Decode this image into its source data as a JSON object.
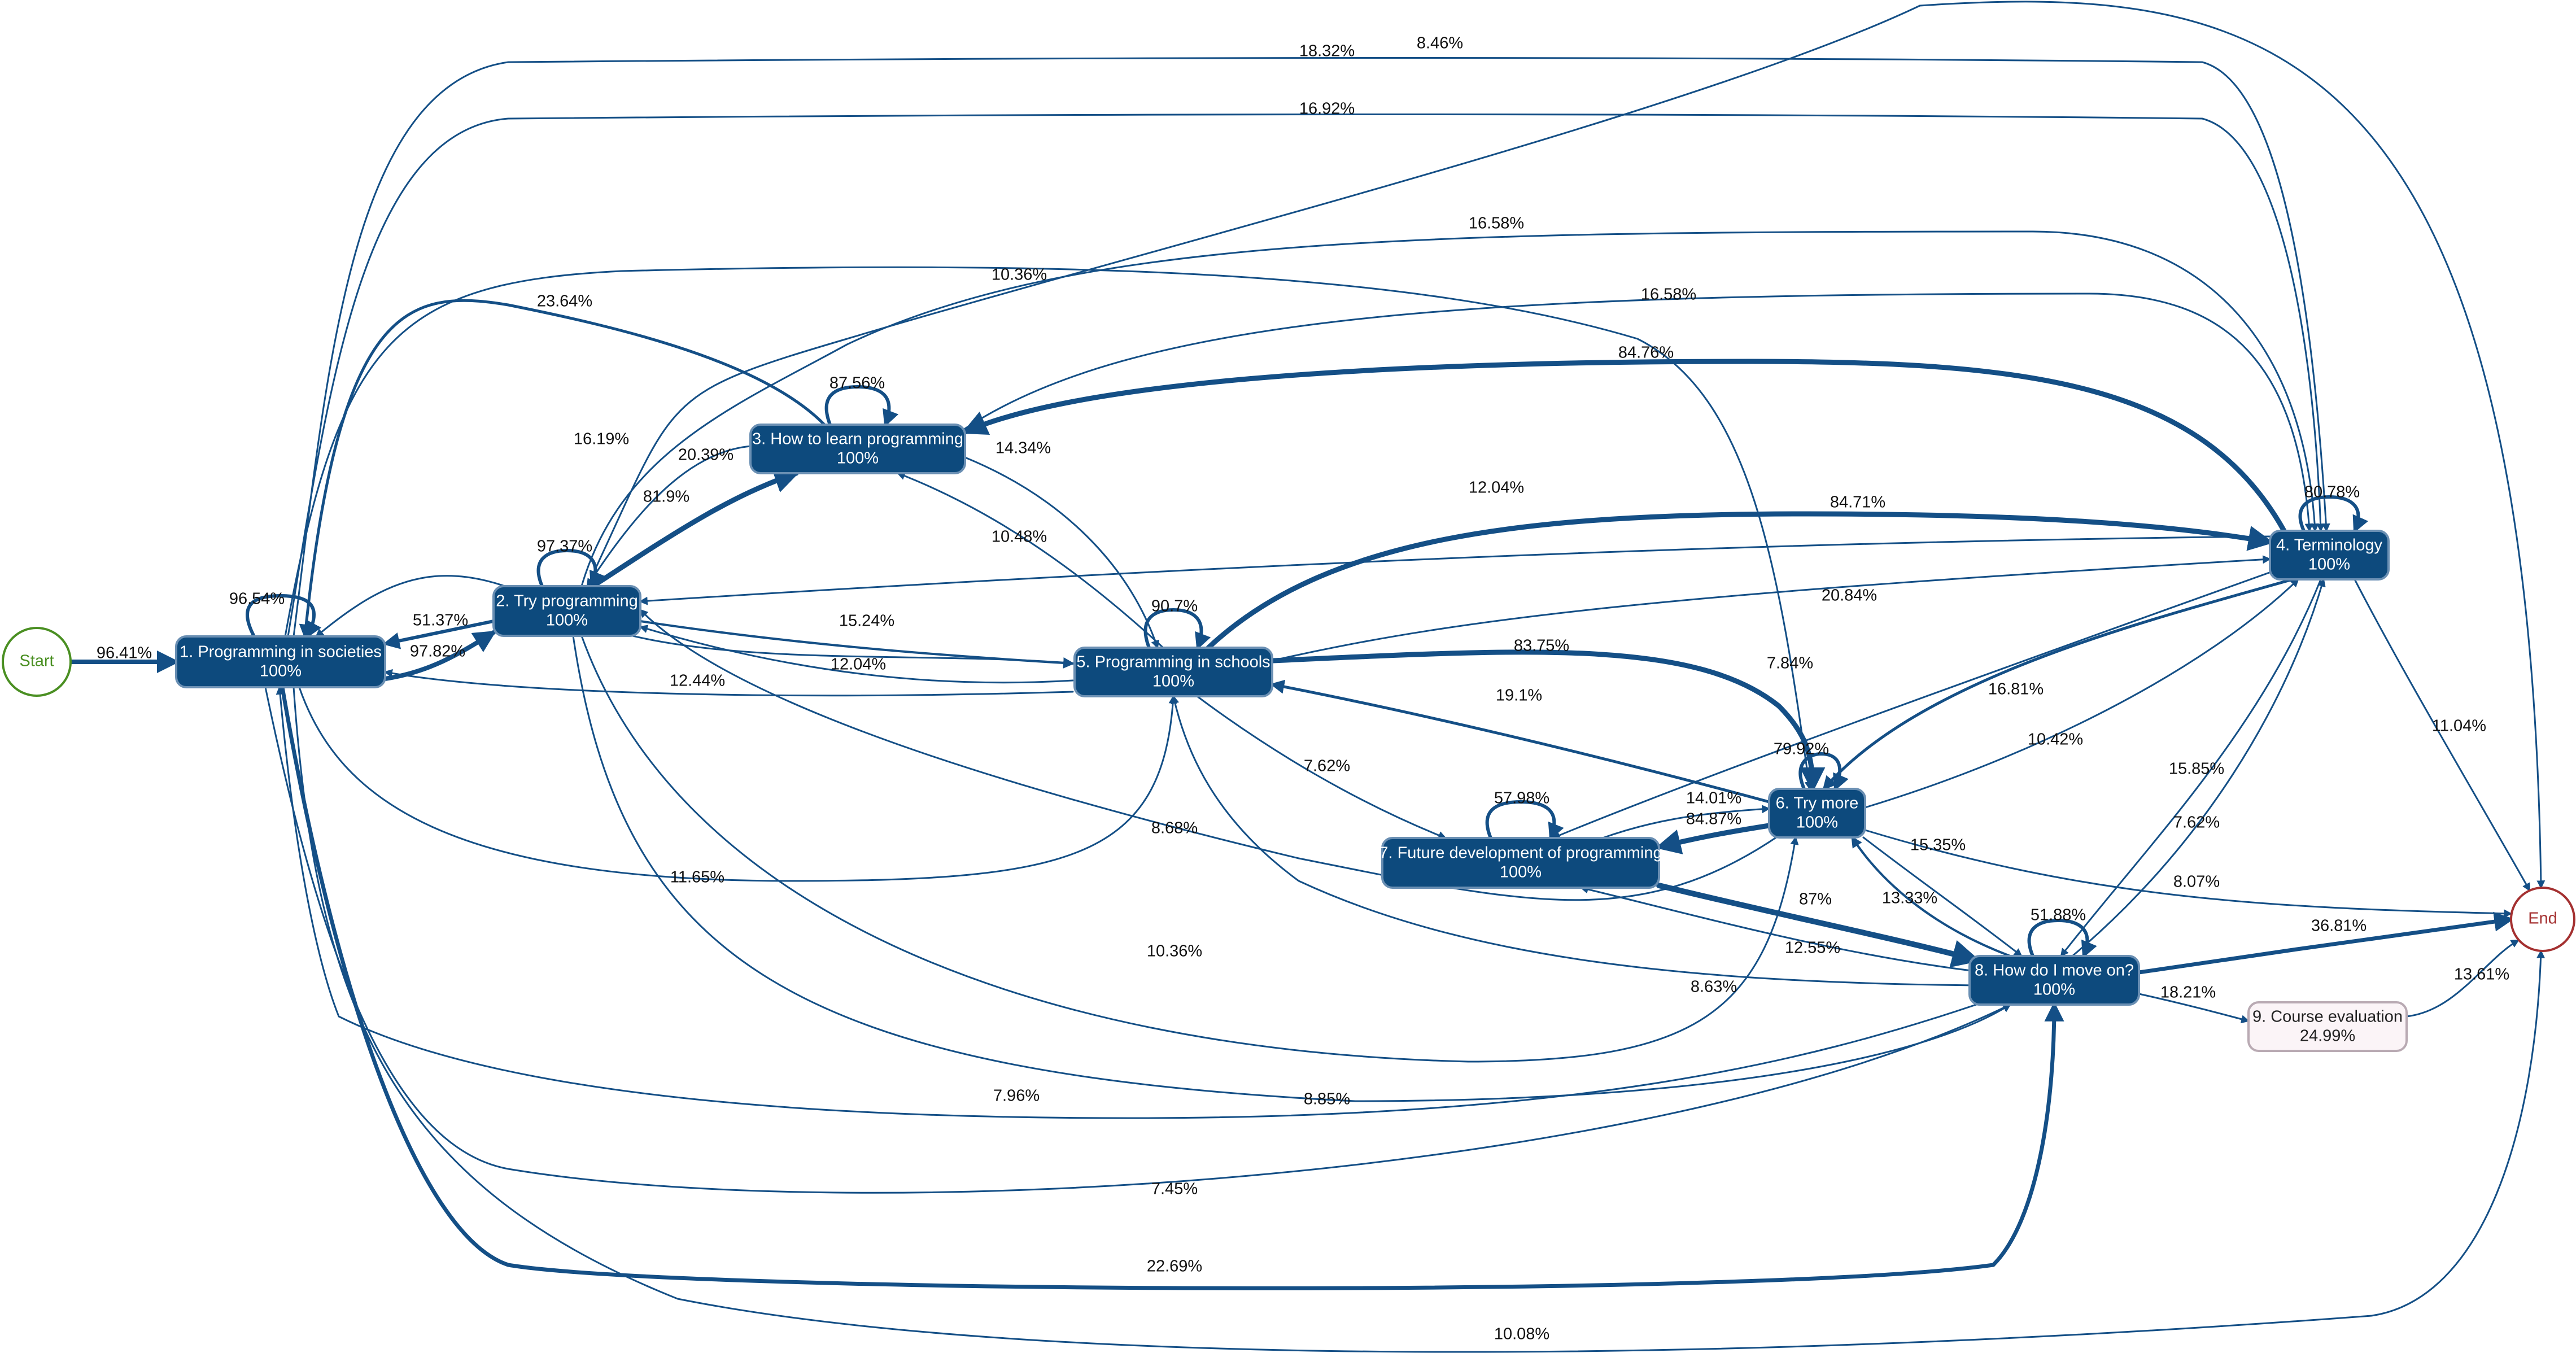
{
  "colors": {
    "edge": "#144f86",
    "activity_fill": "#0d4a7d",
    "activity_stroke": "#6a8fb3",
    "activity_text": "#ffffff",
    "light_fill": "#fbf4f7",
    "light_stroke": "#b9aab3",
    "light_text": "#222222",
    "start": "#4a8f22",
    "end": "#a43030"
  },
  "start": {
    "label": "Start"
  },
  "end": {
    "label": "End"
  },
  "activities": [
    {
      "id": "n1",
      "title": "1. Programming in societies",
      "pct": "100%"
    },
    {
      "id": "n2",
      "title": "2. Try programming",
      "pct": "100%"
    },
    {
      "id": "n3",
      "title": "3. How to learn programming",
      "pct": "100%"
    },
    {
      "id": "n4",
      "title": "4. Terminology",
      "pct": "100%"
    },
    {
      "id": "n5",
      "title": "5. Programming in schools",
      "pct": "100%"
    },
    {
      "id": "n6",
      "title": "6. Try more",
      "pct": "100%"
    },
    {
      "id": "n7",
      "title": "7. Future development of programming",
      "pct": "100%"
    },
    {
      "id": "n8",
      "title": "8. How do I move on?",
      "pct": "100%"
    },
    {
      "id": "n9",
      "title": "9. Course evaluation",
      "pct": "24.99%"
    }
  ],
  "transitions": [
    {
      "from": "start",
      "to": "n1",
      "label": "96.41%"
    },
    {
      "from": "n1",
      "to": "n1",
      "label": "96.54%"
    },
    {
      "from": "n2",
      "to": "n1",
      "label": "51.37%"
    },
    {
      "from": "n1",
      "to": "n2",
      "label": "97.82%"
    },
    {
      "from": "n2",
      "to": "n2",
      "label": "97.37%"
    },
    {
      "from": "n3",
      "to": "n3",
      "label": "87.56%"
    },
    {
      "from": "n5",
      "to": "n5",
      "label": "90.7%"
    },
    {
      "from": "n4",
      "to": "n4",
      "label": "80.78%"
    },
    {
      "from": "n6",
      "to": "n6",
      "label": "79.92%"
    },
    {
      "from": "n7",
      "to": "n7",
      "label": "57.98%"
    },
    {
      "from": "n8",
      "to": "n8",
      "label": "51.88%"
    },
    {
      "from": "n2",
      "to": "n3",
      "label": "81.9%"
    },
    {
      "from": "n3",
      "to": "n2",
      "label": "20.39%"
    },
    {
      "from": "n3",
      "to": "n1",
      "label": "23.64%"
    },
    {
      "from": "n5",
      "to": "n1",
      "label": "16.19%"
    },
    {
      "from": "n4",
      "to": "n3",
      "label": "84.76%"
    },
    {
      "from": "n5",
      "to": "n4",
      "label": "84.71%"
    },
    {
      "from": "n4",
      "to": "n5",
      "label": "20.84%"
    },
    {
      "from": "n5",
      "to": "n6",
      "label": "83.75%"
    },
    {
      "from": "n6",
      "to": "n5",
      "label": "19.1%"
    },
    {
      "from": "n6",
      "to": "n7",
      "label": "84.87%"
    },
    {
      "from": "n7",
      "to": "n6",
      "label": "14.01%"
    },
    {
      "from": "n7",
      "to": "n8",
      "label": "87%"
    },
    {
      "from": "n8",
      "to": "n7",
      "label": "12.55%"
    },
    {
      "from": "n8",
      "to": "n6",
      "label": "13.33%"
    },
    {
      "from": "n6",
      "to": "n8",
      "label": "15.35%"
    },
    {
      "from": "n8",
      "to": "end",
      "label": "36.81%"
    },
    {
      "from": "n8",
      "to": "n9",
      "label": "18.21%"
    },
    {
      "from": "n9",
      "to": "end",
      "label": "13.61%"
    },
    {
      "from": "n4",
      "to": "end",
      "label": "11.04%"
    },
    {
      "from": "n6",
      "to": "end",
      "label": "8.07%"
    },
    {
      "from": "n1",
      "to": "end",
      "label": "10.08%"
    },
    {
      "from": "n1",
      "to": "n8",
      "label": "22.69%"
    },
    {
      "from": "n1",
      "to": "n8",
      "label": "7.45%"
    },
    {
      "from": "n8",
      "to": "n1",
      "label": "7.96%"
    },
    {
      "from": "n1",
      "to": "n5",
      "label": "11.65%"
    },
    {
      "from": "n2",
      "to": "n5",
      "label": "15.24%"
    },
    {
      "from": "n5",
      "to": "n2",
      "label": "12.04%"
    },
    {
      "from": "n5",
      "to": "n1",
      "label": "12.44%"
    },
    {
      "from": "n4",
      "to": "n2",
      "label": "12.04%"
    },
    {
      "from": "n5",
      "to": "n3",
      "label": "10.48%"
    },
    {
      "from": "n3",
      "to": "n5",
      "label": "14.34%"
    },
    {
      "from": "n1",
      "to": "n4",
      "label": "18.32%"
    },
    {
      "from": "n1",
      "to": "n4",
      "label": "16.92%"
    },
    {
      "from": "n2",
      "to": "end",
      "label": "8.46%"
    },
    {
      "from": "n2",
      "to": "n4",
      "label": "16.58%"
    },
    {
      "from": "n3",
      "to": "n4",
      "label": "16.58%"
    },
    {
      "from": "n1",
      "to": "n6",
      "label": "10.36%"
    },
    {
      "from": "n4",
      "to": "n6",
      "label": "16.81%"
    },
    {
      "from": "n6",
      "to": "n4",
      "label": "10.42%"
    },
    {
      "from": "n4",
      "to": "n7",
      "label": "7.84%"
    },
    {
      "from": "n4",
      "to": "n8",
      "label": "15.85%"
    },
    {
      "from": "n8",
      "to": "n4",
      "label": "7.62%"
    },
    {
      "from": "n5",
      "to": "n7",
      "label": "7.62%"
    },
    {
      "from": "n6",
      "to": "n2",
      "label": "8.68%"
    },
    {
      "from": "n2",
      "to": "n6",
      "label": "10.36%"
    },
    {
      "from": "n8",
      "to": "n5",
      "label": "8.63%"
    },
    {
      "from": "n2",
      "to": "n8",
      "label": "8.85%"
    }
  ]
}
